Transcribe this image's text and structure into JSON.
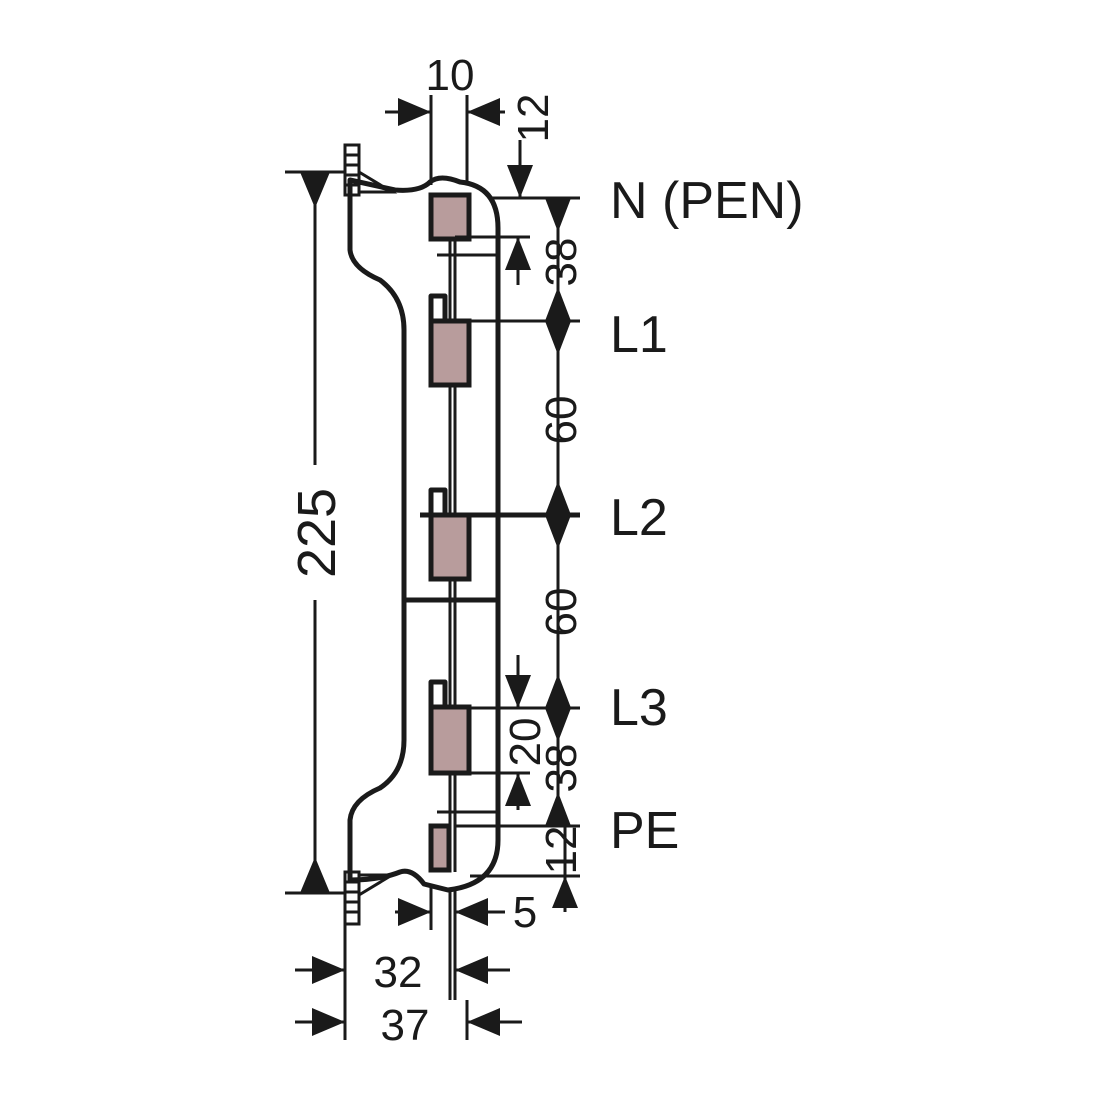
{
  "terminals": {
    "n_pen": "N (PEN)",
    "l1": "L1",
    "l2": "L2",
    "l3": "L3",
    "pe": "PE"
  },
  "dimensions": {
    "top_width": "10",
    "top_offset": "12",
    "n_to_l1": "38",
    "l1_to_l2": "60",
    "l2_to_l3": "60",
    "l3_bar_height": "20",
    "l3_to_pe": "38",
    "pe_offset": "12",
    "bottom_gap": "5",
    "overall_height": "225",
    "inner_width": "32",
    "outer_width": "37"
  },
  "colors": {
    "busbar": "#b89c9c",
    "line": "#1a1a1a"
  }
}
